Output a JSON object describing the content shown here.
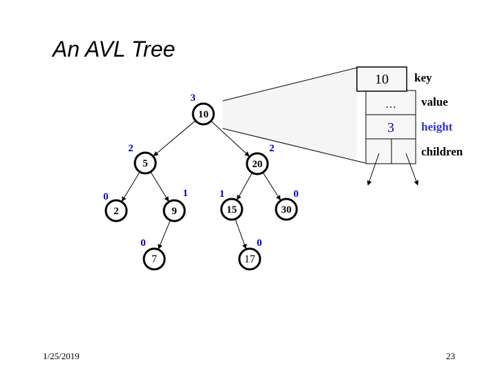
{
  "title": "An AVL Tree",
  "tree": {
    "nodes": [
      {
        "id": "n10",
        "key": "10",
        "height": "3"
      },
      {
        "id": "n5",
        "key": "5",
        "height": "2"
      },
      {
        "id": "n20",
        "key": "20",
        "height": "2"
      },
      {
        "id": "n2",
        "key": "2",
        "height": "0"
      },
      {
        "id": "n9",
        "key": "9",
        "height": "1"
      },
      {
        "id": "n15",
        "key": "15",
        "height": "1"
      },
      {
        "id": "n30",
        "key": "30",
        "height": "0"
      },
      {
        "id": "n7",
        "key": "7",
        "height": "0"
      },
      {
        "id": "n17",
        "key": "17",
        "height": "0"
      }
    ],
    "edges": [
      [
        "n10",
        "n5"
      ],
      [
        "n10",
        "n20"
      ],
      [
        "n5",
        "n2"
      ],
      [
        "n5",
        "n9"
      ],
      [
        "n20",
        "n15"
      ],
      [
        "n20",
        "n30"
      ],
      [
        "n9",
        "n7"
      ],
      [
        "n15",
        "n17"
      ]
    ]
  },
  "node_detail": {
    "key_value": "10",
    "value_value": "…",
    "height_value": "3",
    "labels": {
      "key": "key",
      "value": "value",
      "height": "height",
      "children": "children"
    }
  },
  "footer": {
    "date": "1/25/2019",
    "page_number": "23"
  },
  "colors": {
    "height_number": "#0000cc",
    "height_label": "#3333cc",
    "box_fill": "#f7f7f7"
  }
}
